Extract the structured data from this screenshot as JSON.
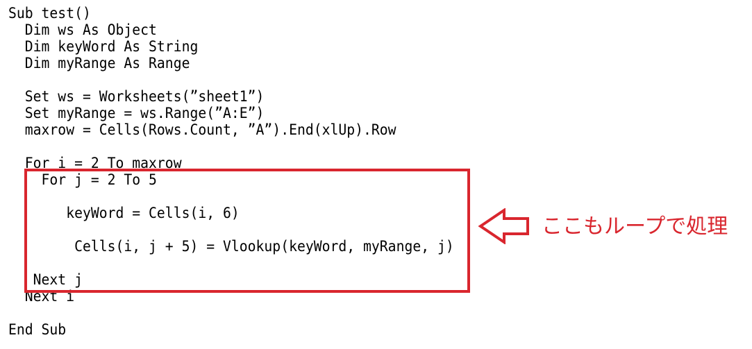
{
  "code": {
    "lines": [
      "Sub test()",
      "  Dim ws As Object",
      "  Dim keyWord As String",
      "  Dim myRange As Range",
      "",
      "  Set ws = Worksheets(”sheet1”)",
      "  Set myRange = ws.Range(”A:E”)",
      "  maxrow = Cells(Rows.Count, ”A”).End(xlUp).Row",
      "",
      "  For i = 2 To maxrow",
      "    For j = 2 To 5",
      "",
      "       keyWord = Cells(i, 6)",
      "",
      "        Cells(i, j + 5) = Vlookup(keyWord, myRange, j)",
      "",
      "   Next j",
      "  Next i",
      "",
      "End Sub"
    ]
  },
  "annotation": {
    "text": "ここもループで処理",
    "color": "#d9262e",
    "arrow_icon": "left-arrow-outline-icon"
  }
}
